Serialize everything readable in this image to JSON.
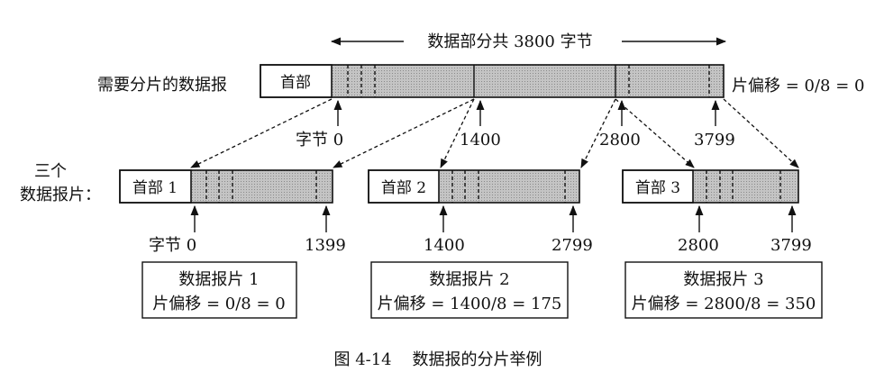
{
  "span_label": "数据部分共 3800 字节",
  "original": {
    "row_label": "需要分片的数据报",
    "header": "首部",
    "offset_note": "片偏移 = 0/8 = 0",
    "ticks": {
      "t0": "字节 0",
      "t1": "1400",
      "t2": "2800",
      "t3": "3799"
    }
  },
  "fragments_label_line1": "三个",
  "fragments_label_line2": "数据报片：",
  "fragments": [
    {
      "header": "首部 1",
      "start": "字节 0",
      "end": "1399",
      "title": "数据报片 1",
      "offset": "片偏移 = 0/8 = 0"
    },
    {
      "header": "首部 2",
      "start": "1400",
      "end": "2799",
      "title": "数据报片 2",
      "offset": "片偏移 = 1400/8 = 175"
    },
    {
      "header": "首部 3",
      "start": "2800",
      "end": "3799",
      "title": "数据报片 3",
      "offset": "片偏移 = 2800/8 = 350"
    }
  ],
  "caption": "图 4-14    数据报的分片举例"
}
